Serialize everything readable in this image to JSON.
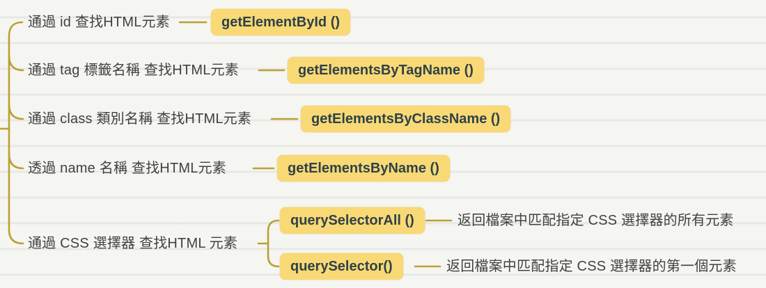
{
  "diagram": {
    "title_hint": "DOM element lookup mind map",
    "colors": {
      "connector": "#b9a233",
      "node_fill": "#f9d976",
      "node_text": "#2e4247",
      "label_text": "#414141",
      "background": "#f5f5f2"
    },
    "branches": [
      {
        "label": "通過 id 查找HTML元素",
        "method": "getElementById ()"
      },
      {
        "label": "通過 tag 標籤名稱 查找HTML元素",
        "method": "getElementsByTagName ()"
      },
      {
        "label": "通過 class 類別名稱 查找HTML元素",
        "method": "getElementsByClassName ()"
      },
      {
        "label": "透過 name 名稱 查找HTML元素",
        "method": "getElementsByName ()"
      },
      {
        "label": "通過 CSS 選擇器 查找HTML 元素",
        "children": [
          {
            "method": "querySelectorAll ()",
            "description": "返回檔案中匹配指定 CSS 選擇器的所有元素"
          },
          {
            "method": "querySelector()",
            "description": "返回檔案中匹配指定 CSS 選擇器的第一個元素"
          }
        ]
      }
    ]
  }
}
